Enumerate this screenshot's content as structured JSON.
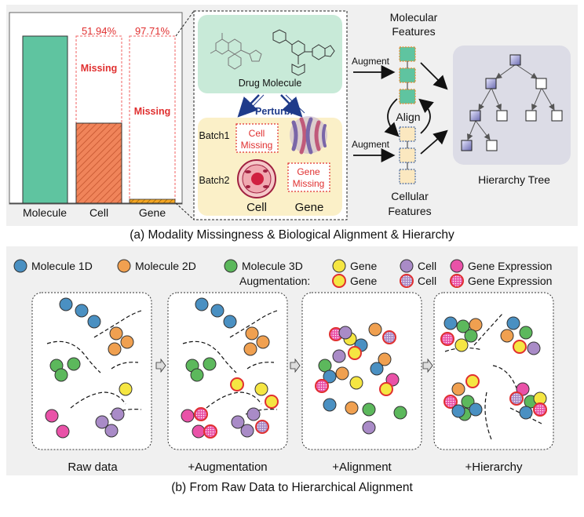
{
  "top": {
    "bar_chart": {
      "categories": [
        "Molecule",
        "Cell",
        "Gene"
      ],
      "missing_pct": [
        "",
        "51.94%",
        "97.71%"
      ],
      "missing_label": "Missing",
      "bar_colors": {
        "molecule": "#5fc4a0",
        "cell": "#f0845a",
        "gene": "#f5a623"
      }
    },
    "drug_panel": {
      "drug_molecule_label": "Drug Molecule",
      "perturb_label": "Perturb.",
      "batch1_label": "Batch1",
      "batch2_label": "Batch2",
      "cell_missing_line1": "Cell",
      "cell_missing_line2": "Missing",
      "gene_missing_line1": "Gene",
      "gene_missing_line2": "Missing",
      "cell_label": "Cell",
      "gene_label": "Gene"
    },
    "features": {
      "molecular_line1": "Molecular",
      "molecular_line2": "Features",
      "cellular_line1": "Cellular",
      "cellular_line2": "Features",
      "augment_label": "Augment",
      "align_label": "Align"
    },
    "hierarchy_tree_label": "Hierarchy Tree",
    "caption": "(a) Modality Missingness & Biological Alignment & Hierarchy"
  },
  "legend": {
    "items": [
      "Molecule 1D",
      "Molecule 2D",
      "Molecule 3D",
      "Gene",
      "Cell",
      "Gene Expression"
    ],
    "augmentation_label": "Augmentation:",
    "aug_items": [
      "Gene",
      "Cell",
      "Gene Expression"
    ],
    "colors": {
      "molecule_1d": "#4a90c2",
      "molecule_2d": "#f0a050",
      "molecule_3d": "#5cb85c",
      "gene": "#f5e642",
      "cell": "#a98bc7",
      "gene_expression": "#e952a8",
      "aug_ring": "#e03030"
    }
  },
  "stages": {
    "labels": [
      "Raw data",
      "+Augmentation",
      "+Alignment",
      "+Hierarchy"
    ]
  },
  "bottom_caption": "(b) From Raw Data to Hierarchical Alignment"
}
